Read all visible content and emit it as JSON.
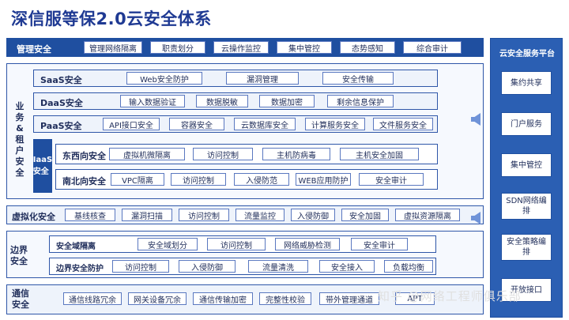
{
  "title": "深信服等保2.0云安全体系",
  "mgmt": {
    "label": "管理安全",
    "items": [
      "管理网络隔离",
      "职责划分",
      "云操作监控",
      "集中管控",
      "态势感知",
      "综合审计"
    ]
  },
  "business": {
    "label": "业务&租户安全",
    "saas": {
      "label": "SaaS安全",
      "items": [
        "Web安全防护",
        "漏洞管理",
        "安全传输"
      ]
    },
    "daas": {
      "label": "DaaS安全",
      "items": [
        "输入数据验证",
        "数据脱敏",
        "数据加密",
        "剩余信息保护"
      ]
    },
    "paas": {
      "label": "PaaS安全",
      "items": [
        "API接口安全",
        "容器安全",
        "云数据库安全",
        "计算服务安全",
        "文件服务安全"
      ]
    },
    "iaas": {
      "label": "IaaS安全",
      "ew": {
        "label": "东西向安全",
        "items": [
          "虚拟机微隔离",
          "访问控制",
          "主机防病毒",
          "主机安全加固"
        ]
      },
      "ns": {
        "label": "南北向安全",
        "items": [
          "VPC隔离",
          "访问控制",
          "入侵防范",
          "WEB应用防护",
          "安全审计"
        ]
      }
    }
  },
  "virt": {
    "label": "虚拟化安全",
    "items": [
      "基线核查",
      "漏洞扫描",
      "访问控制",
      "流量监控",
      "入侵防御",
      "安全加固",
      "虚拟资源隔离"
    ]
  },
  "border": {
    "label": "边界安全",
    "isolation": {
      "label": "安全域隔离",
      "items": [
        "安全域划分",
        "访问控制",
        "网络威胁检测",
        "安全审计"
      ]
    },
    "protection": {
      "label": "边界安全防护",
      "items": [
        "访问控制",
        "入侵防御",
        "流量清洗",
        "安全接入",
        "负载均衡"
      ]
    }
  },
  "comm": {
    "label": "通信安全",
    "items": [
      "通信线路冗余",
      "网关设备冗余",
      "通信传输加密",
      "完整性校验",
      "带外管理通道",
      "APT"
    ]
  },
  "platform": {
    "title": "云安全服务平台",
    "items": [
      "集约共享",
      "门户服务",
      "集中管控",
      "SDN网络编排",
      "安全策略编排",
      "开放接口"
    ]
  },
  "watermark": "知乎 @网络工程师俱乐部",
  "colors": {
    "accent": "#1f4fa0",
    "panel": "#eef3fb",
    "border": "#2e56a8"
  }
}
